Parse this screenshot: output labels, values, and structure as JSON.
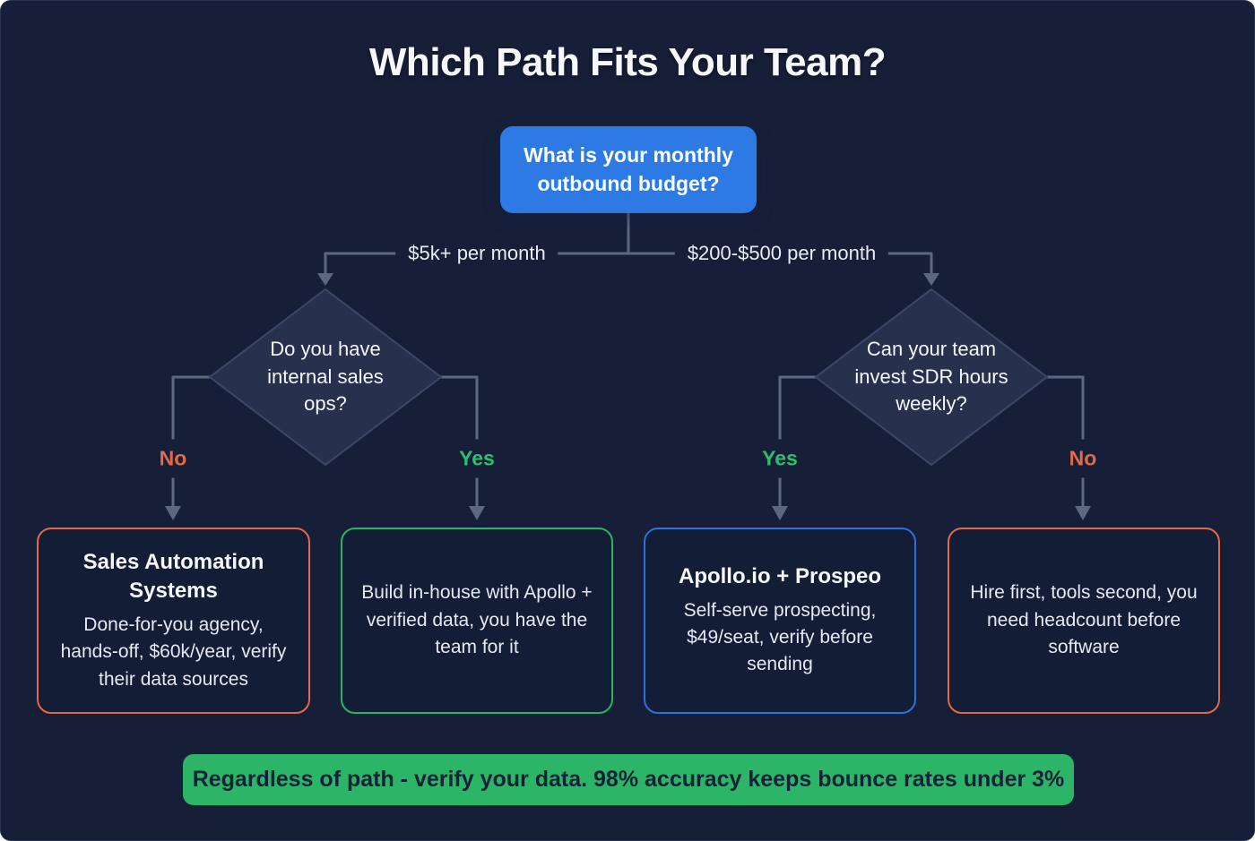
{
  "title": "Which Path Fits Your Team?",
  "root_question": "What is your monthly outbound budget?",
  "branches": {
    "left": "$5k+ per month",
    "right": "$200-$500 per month"
  },
  "decisions": {
    "left": "Do you have internal sales ops?",
    "right": "Can your team invest SDR hours weekly?"
  },
  "edge_labels": {
    "left_no": "No",
    "left_yes": "Yes",
    "right_yes": "Yes",
    "right_no": "No"
  },
  "outcomes": [
    {
      "title": "Sales Automation Systems",
      "description": "Done-for-you agency, hands-off, $60k/year, verify their data sources",
      "accent": "#e2694a"
    },
    {
      "title": "",
      "description": "Build in-house with Apollo + verified data, you have the team for it",
      "accent": "#2bb35f"
    },
    {
      "title": "Apollo.io + Prospeo",
      "description": "Self-serve prospecting, $49/seat, verify before sending",
      "accent": "#2f6fe0"
    },
    {
      "title": "",
      "description": "Hire first, tools second, you need headcount before software",
      "accent": "#e2694a"
    }
  ],
  "footer": "Regardless of path - verify your data. 98% accuracy keeps bounce rates under 3%",
  "colors": {
    "background": "#171f38",
    "box-bg": "#141d36",
    "node-blue": "#2d7ae5",
    "line": "#5d6880",
    "diamond-fill": "#27304d",
    "diamond-stroke": "#3c4768",
    "green": "#2fbe6e",
    "orange": "#e2694a",
    "footer-bg": "#2cb566",
    "footer-text": "#13203a",
    "text": "#f5f7fb",
    "muted-text": "#e6e9f2"
  }
}
